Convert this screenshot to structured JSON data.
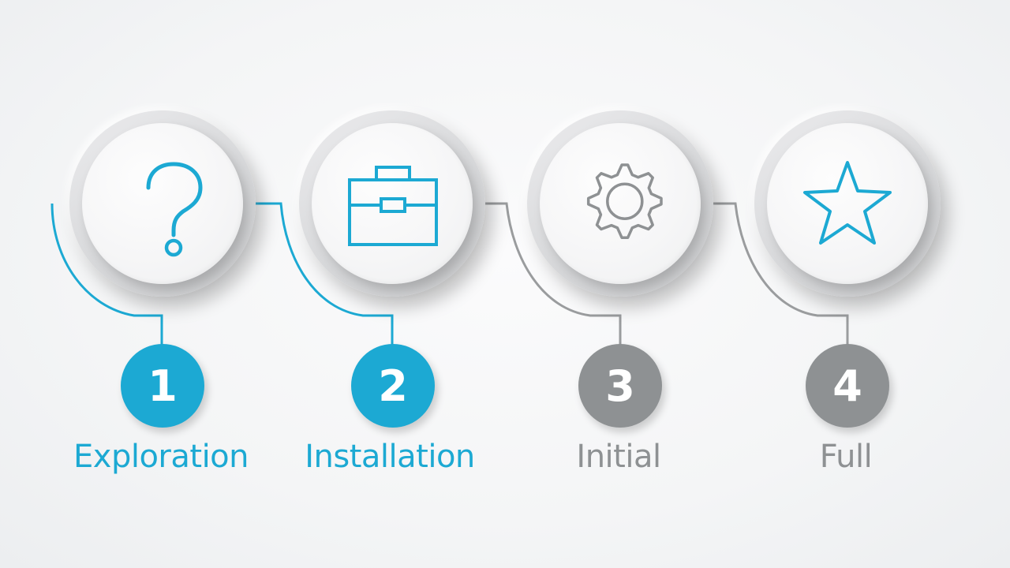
{
  "colors": {
    "active": "#1ca9d3",
    "inactive": "#8e9193",
    "connector_gray": "#9a9c9e"
  },
  "steps": [
    {
      "number": "1",
      "label": "Exploration",
      "icon": "question-mark-icon",
      "state": "active"
    },
    {
      "number": "2",
      "label": "Installation",
      "icon": "briefcase-icon",
      "state": "active"
    },
    {
      "number": "3",
      "label": "Initial",
      "icon": "gear-icon",
      "state": "inactive"
    },
    {
      "number": "4",
      "label": "Full",
      "icon": "star-icon",
      "state": "inactive"
    }
  ]
}
